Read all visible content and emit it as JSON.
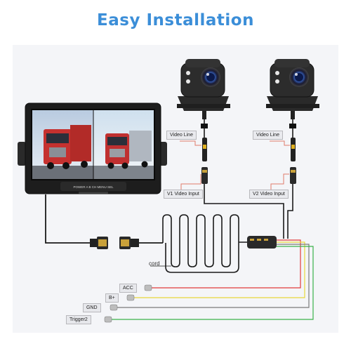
{
  "title": "Easy Installation",
  "labels": {
    "video_line_1": "Video Line",
    "video_line_2": "Video Line",
    "v1_input": "V1 Video Input",
    "v2_input": "V2 Video Input",
    "cord": "cord"
  },
  "power_wires": [
    {
      "label": "ACC",
      "color": "#e03a3a"
    },
    {
      "label": "B+",
      "color": "#e6d83a"
    },
    {
      "label": "GND",
      "color": "#7a7a7a"
    },
    {
      "label": "Trigger2",
      "color": "#3bb24a"
    }
  ],
  "monitor_buttons": [
    "POWER",
    "A",
    "B",
    "CH",
    "MENU",
    "SEL"
  ],
  "colors": {
    "title": "#3b8ed8",
    "label_line": "#e07a6a",
    "cable": "#1a1a1a"
  }
}
